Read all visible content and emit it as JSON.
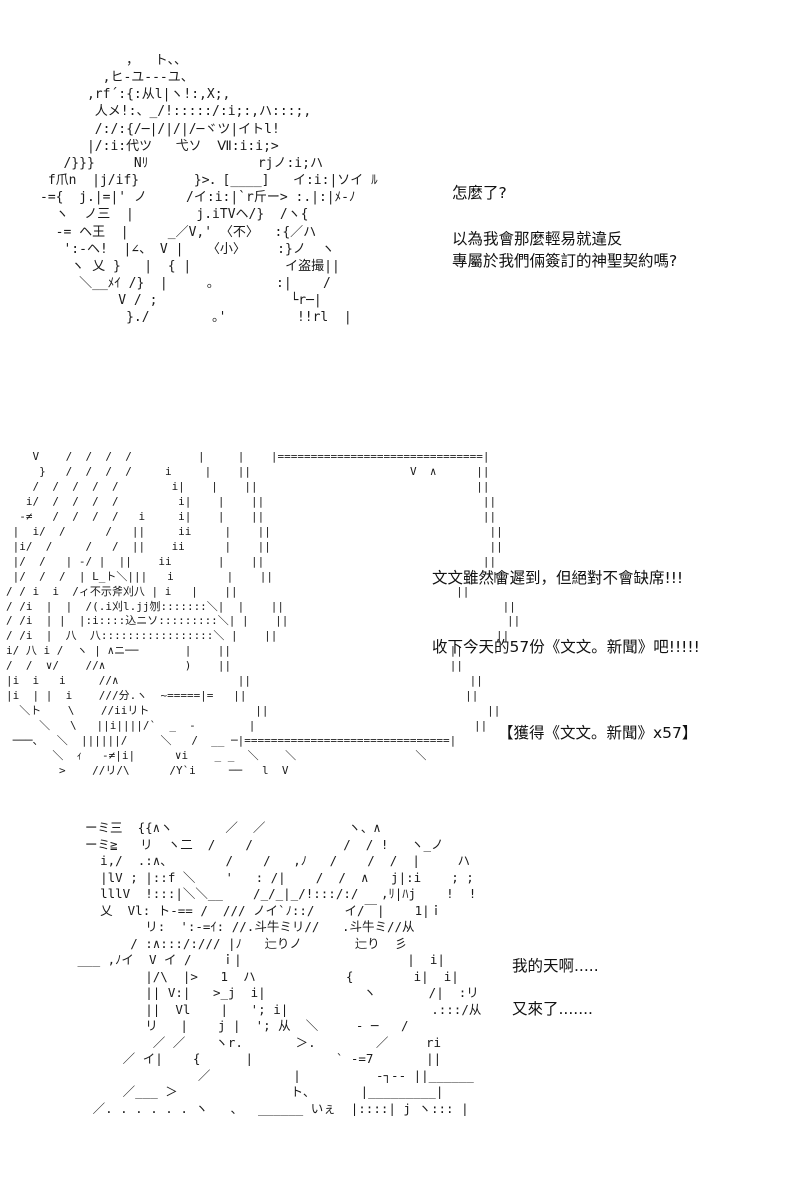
{
  "panel1": {
    "art": "           ，  ト、、\n        ,ヒ‐ユ‐‐‐ユ、\n      ,rf´:{:从l|ヽ!:,Х;,\n       人メ!:、_/!:::::/:i;:,ハ:::;,\n       /:/:{/─|/|/|/─ヾツ|イトl!\n      |/:i:代ツ   弋ソ  Ⅶ:i:i;>\n   /}}}     Nﾘ              rjノ:i;ハ\n f爪n  |j/if}       }>．[____]   イ:i:|ソイ ﾙ\n-={  j.|=|' ノ     /イ:i:|`r斤ー> :.|:|ﾒ-ﾉ\n  ヽ  ノ三  |        j.iTVヘ/}  /ヽ{\n  -= ヘ王  |     _／V,' 〈不〉  :{／ハ\n   ':-ヘ!  |∠、 V |   〈小〉    :}ノ  ヽ\n    ヽ 乂 }   |  { |            イ盗撮||\n     ＼__ﾒｲ /}  |     ｡        :|    /\n          V / ;                 └r─|\n           }./        ｡'         !!rl  |",
    "lines": [
      "怎麼了?",
      "以為我會那麼輕易就違反\n專屬於我們倆簽訂的神聖契約嗎?"
    ]
  },
  "panel2": {
    "art": "    V    /  /  /  /          |     |    |===============================|\n     }   /  /  /  /     i     |    ||                        V  ∧      ||\n    /  /  /  /  /        i|    |    ||                                 ||\n   i/  /  /  /  /         i|    |    ||                                 ||\n  -≠   /  /  /  /   i     i|    |    ||                                 ||\n |  i/  /      /   ||     ii     |    ||                                 ||\n |i/  /     /   /  ||    ii      |    ||                                 ||\n |/  /   | -/ |  ||    ii       |    ||                                 ||\n |/  /  /  | L_ト＼|||   i        |    ||                                 ||\n/ / i  i  /ィ不示斧刈八 | i   |    ||                                 ||\n/ /i  |  |  /(.i刈l.jj刎:::::::＼|  |    ||                                 ||\n/ /i  | |  |:i::::込ニソ:::::::::＼| |    ||                                 ||\n/ /i  |  八  八:::::::::::::::::＼ |    ||                                 ||\ni/ 八 i /  ヽ | ∧ニ──       |    ||                                 ||\n/  /  ∨/    //∧            )    ||                                 ||\n|i  i   i     //∧                  ||                                 ||\n|i  | |  i    ///分.ヽ  ~=====|=   ||                                 ||\n  ＼ト    \\    //iiリト                ||                                 ||\n     ＼   \\   ||i||||/`  _  -        |                                 ||\n ───、  ＼  ||||||/     ＼   /  __ ─|===============================|\n       ＼  ｨ   -≠|i|      ∨i    _ _  ＼    ＼                  ＼\n        >    //リ/\\      /Y`i     ──   l  V",
    "lines": [
      "文文雖然會遲到，但絕對不會缺席!!!",
      "收下今天的57份《文文。新聞》吧!!!!!",
      "【獲得《文文。新聞》x57】"
    ]
  },
  "panel3": {
    "art": "  ーミ三  {{∧ヽ       ／  ／           ヽ、∧\n  ーミ≧   リ  ヽ二  /    /            /  / !   ヽ_ノ\n    i,/  .:∧、       /    /   ,ﾉ   /    /  /  |     ハ\n    |lV ; |::f ＼    '   : /|    /  /  ∧   j|:i    ; ;\n    lllV  !:::|＼＼__    /_/_|_/!:::/:/   ,ﾘ|ﾊj    !  !\n    乂  Vl: ト-== /  /// ノイ`ﾉ::/    イ/￣|    1|ｉ\n          リ:  ':-=ｲ: //.斗牛ミリ//   .斗牛ミ//从\n        / :∧:::/:/// |ﾉ   辷りノ       辷り  彡\n ___ ,ﾉイ  V イ /    ｉ|                      |  i|\n          |/\\  |>   1  ハ            {        i|  i|\n          || V:|   >_j  i|             ヽ       /|  :リ\n          ||  Vl    |   '; i|                   .:::/从\n          リ   |    j |  '; 从  ＼     ‐ ─   /\n           ／ ／    ヽr.       ＞.        ／     ri\n       ／ イ|    {      |           ` ‐=7       ||\n                 ／           |          ‐┐-- ||______\n       ／___ ＞               ト、      |_________|\n   ／. . . . . . ヽ   、  ______ いぇ  |::::| j ヽ::: |",
    "lines": [
      "我的天啊.....",
      "又來了......."
    ]
  }
}
